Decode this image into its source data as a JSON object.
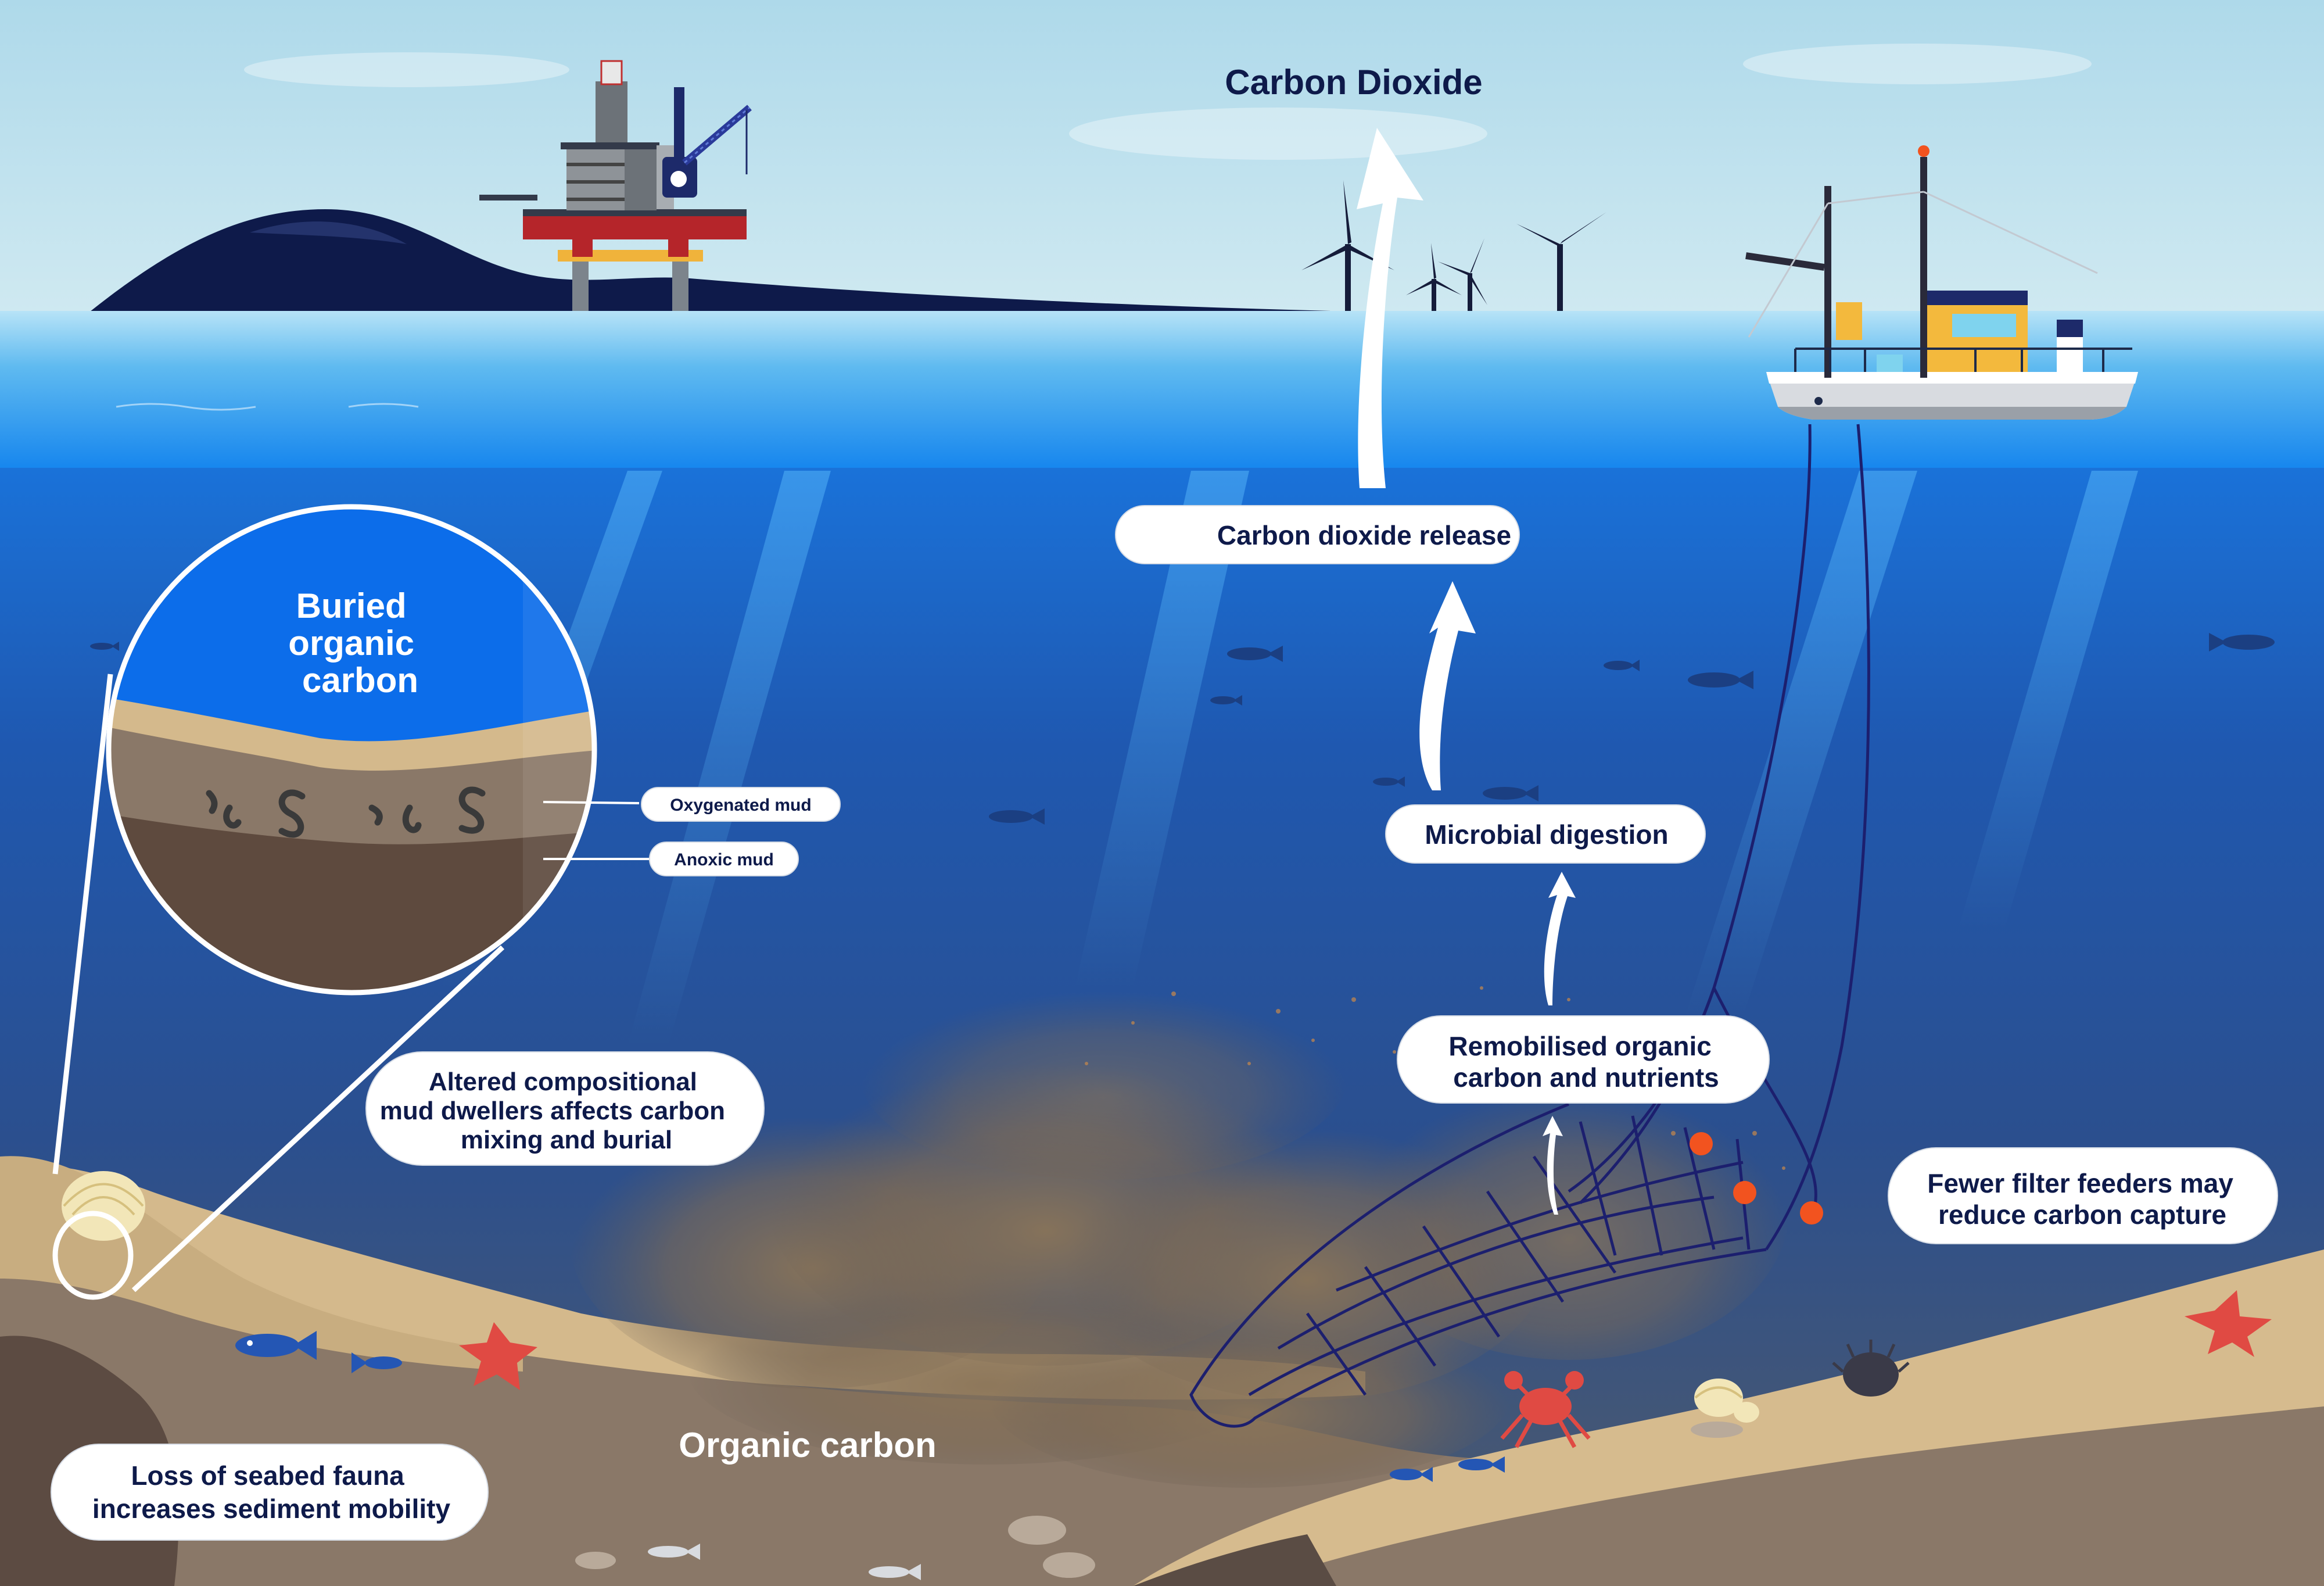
{
  "title": "Carbon Dioxide",
  "callouts": {
    "co2_release": "Carbon dioxide release",
    "microbial_digestion": "Microbial digestion",
    "remobilised_line1": "Remobilised organic",
    "remobilised_line2": "carbon and nutrients",
    "altered_line1": "Altered compositional",
    "altered_line2": "mud dwellers affects carbon",
    "altered_line3": "mixing and burial",
    "fewer_filter_line1": "Fewer filter feeders may",
    "fewer_filter_line2": "reduce carbon capture",
    "loss_fauna_line1": "Loss of seabed fauna",
    "loss_fauna_line2": "increases sediment mobility"
  },
  "inset": {
    "title_line1": "Buried",
    "title_line2": "organic",
    "title_line3": "carbon",
    "oxygenated_label": "Oxygenated mud",
    "anoxic_label": "Anoxic mud"
  },
  "seabed_label": "Organic carbon",
  "colors": {
    "sky": "#bfe2ee",
    "sea_surface": "#1e8ff0",
    "deep_sea": "#234a8c",
    "sand": "#d4b98c",
    "mud": "#7a6a5e",
    "dark_navy": "#0e1a4a",
    "net": "#1c1f6e",
    "float_orange": "#f2531f"
  }
}
